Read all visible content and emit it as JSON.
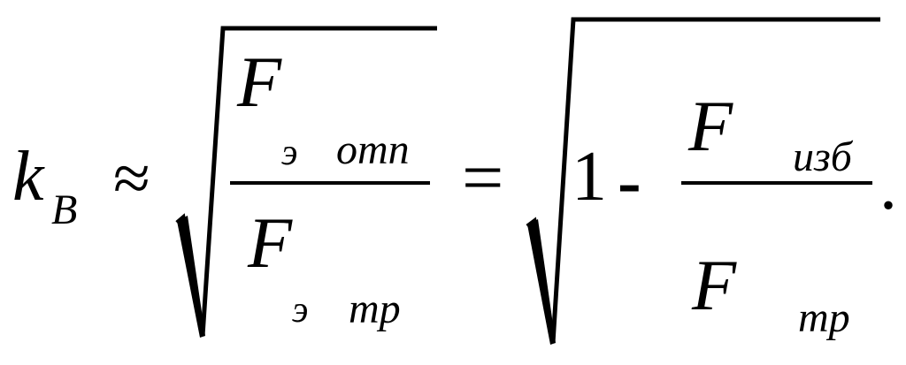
{
  "formula": {
    "lhs_symbol": "k",
    "lhs_subscript": "B",
    "approx_sign": "≈",
    "frac1": {
      "numerator_symbol": "F",
      "numerator_sub_1": "э",
      "numerator_sub_2": "отп",
      "denominator_symbol": "F",
      "denominator_sub_1": "э",
      "denominator_sub_2": "тр"
    },
    "equals_sign": "=",
    "one": "1",
    "minus_sign": "-",
    "frac2": {
      "numerator_symbol": "F",
      "numerator_sub": "изб",
      "denominator_symbol": "F",
      "denominator_sub": "тр"
    },
    "trailing_period": "."
  }
}
